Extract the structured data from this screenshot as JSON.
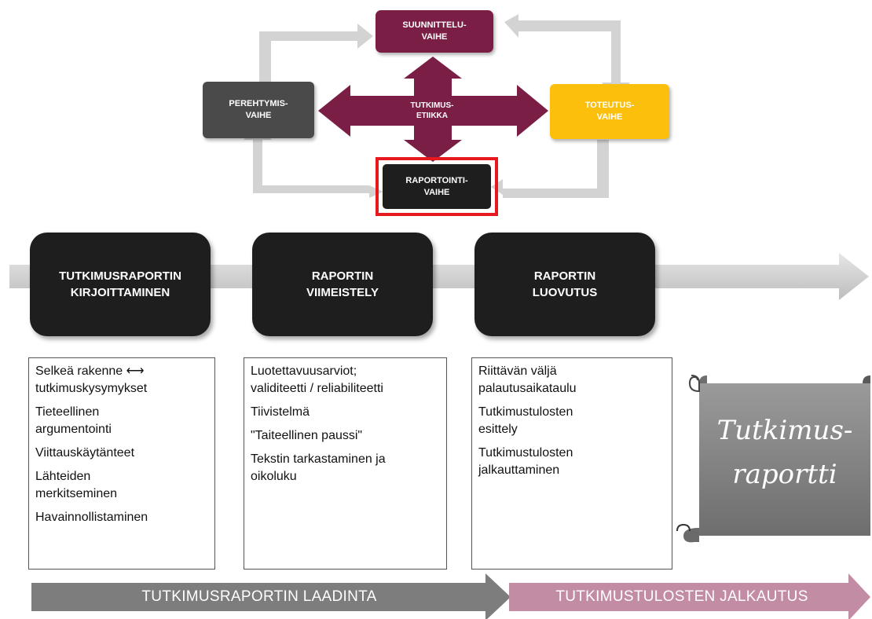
{
  "cycle": {
    "suunnittelu": [
      "SUUNNITTELU-",
      "VAIHE"
    ],
    "perehtymis": [
      "PEREHTYMIS-",
      "VAIHE"
    ],
    "toteutus": [
      "TOTEUTUS-",
      "VAIHE"
    ],
    "raportointi": [
      "RAPORTOINTI-",
      "VAIHE"
    ],
    "etiikka": [
      "TUTKIMUS-",
      "ETIIKKA"
    ]
  },
  "stages": [
    {
      "line1": "TUTKIMUSRAPORTIN",
      "line2": "KIRJOITTAMINEN"
    },
    {
      "line1": "RAPORTIN",
      "line2": "VIIMEISTELY"
    },
    {
      "line1": "RAPORTIN",
      "line2": "LUOVUTUS"
    }
  ],
  "lists": [
    [
      [
        "Selkeä rakenne ⟷",
        "tutkimuskysymykset"
      ],
      [
        "Tieteellinen",
        "argumentointi"
      ],
      [
        "Viittauskäytänteet"
      ],
      [
        "Lähteiden",
        "merkitseminen"
      ],
      [
        "Havainnollistaminen"
      ]
    ],
    [
      [
        "Luotettavuusarviot;",
        "validiteetti / reliabiliteetti"
      ],
      [
        "Tiivistelmä"
      ],
      [
        "\"Taiteellinen paussi\""
      ],
      [
        "Tekstin tarkastaminen ja",
        "oikoluku"
      ]
    ],
    [
      [
        "Riittävän väljä",
        "palautusaikataulu"
      ],
      [
        "Tutkimustulosten",
        "esittely"
      ],
      [
        "Tutkimustulosten",
        "jalkauttaminen"
      ]
    ]
  ],
  "scroll": {
    "line1": "Tutkimus-",
    "line2": "raportti"
  },
  "banners": {
    "laadinta": "TUTKIMUSRAPORTIN LAADINTA",
    "jalkautus": "TUTKIMUSTULOSTEN JALKAUTUS"
  },
  "colors": {
    "maroon": "#7b1e45",
    "dark_gray": "#4a4a4a",
    "yellow": "#fbbf0c",
    "near_black": "#1e1e1e",
    "highlight_red": "#e8191e",
    "light_gray": "#d3d3d3",
    "banner_gray": "#7d7d7d",
    "banner_pink": "#c28ca4",
    "scroll_gray": "#8a8a8a"
  }
}
